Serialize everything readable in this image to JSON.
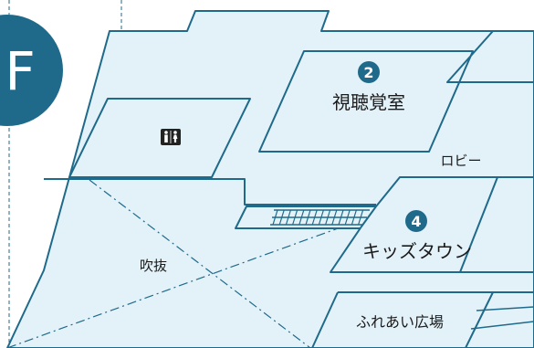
{
  "floor": {
    "letter": "F"
  },
  "rooms": {
    "audiovisual": {
      "number": "2",
      "label": "視聴覚室"
    },
    "lobby": {
      "label": "ロビー"
    },
    "kids_town": {
      "number": "4",
      "label": "キッズタウン"
    },
    "atrium": {
      "label": "吹抜"
    },
    "plaza": {
      "label": "ふれあい広場"
    }
  },
  "icons": {
    "restroom": "restroom-icon"
  },
  "colors": {
    "badge": "#1f6a8a",
    "outline": "#1f6a8a",
    "fill": "#e3f2f9"
  }
}
